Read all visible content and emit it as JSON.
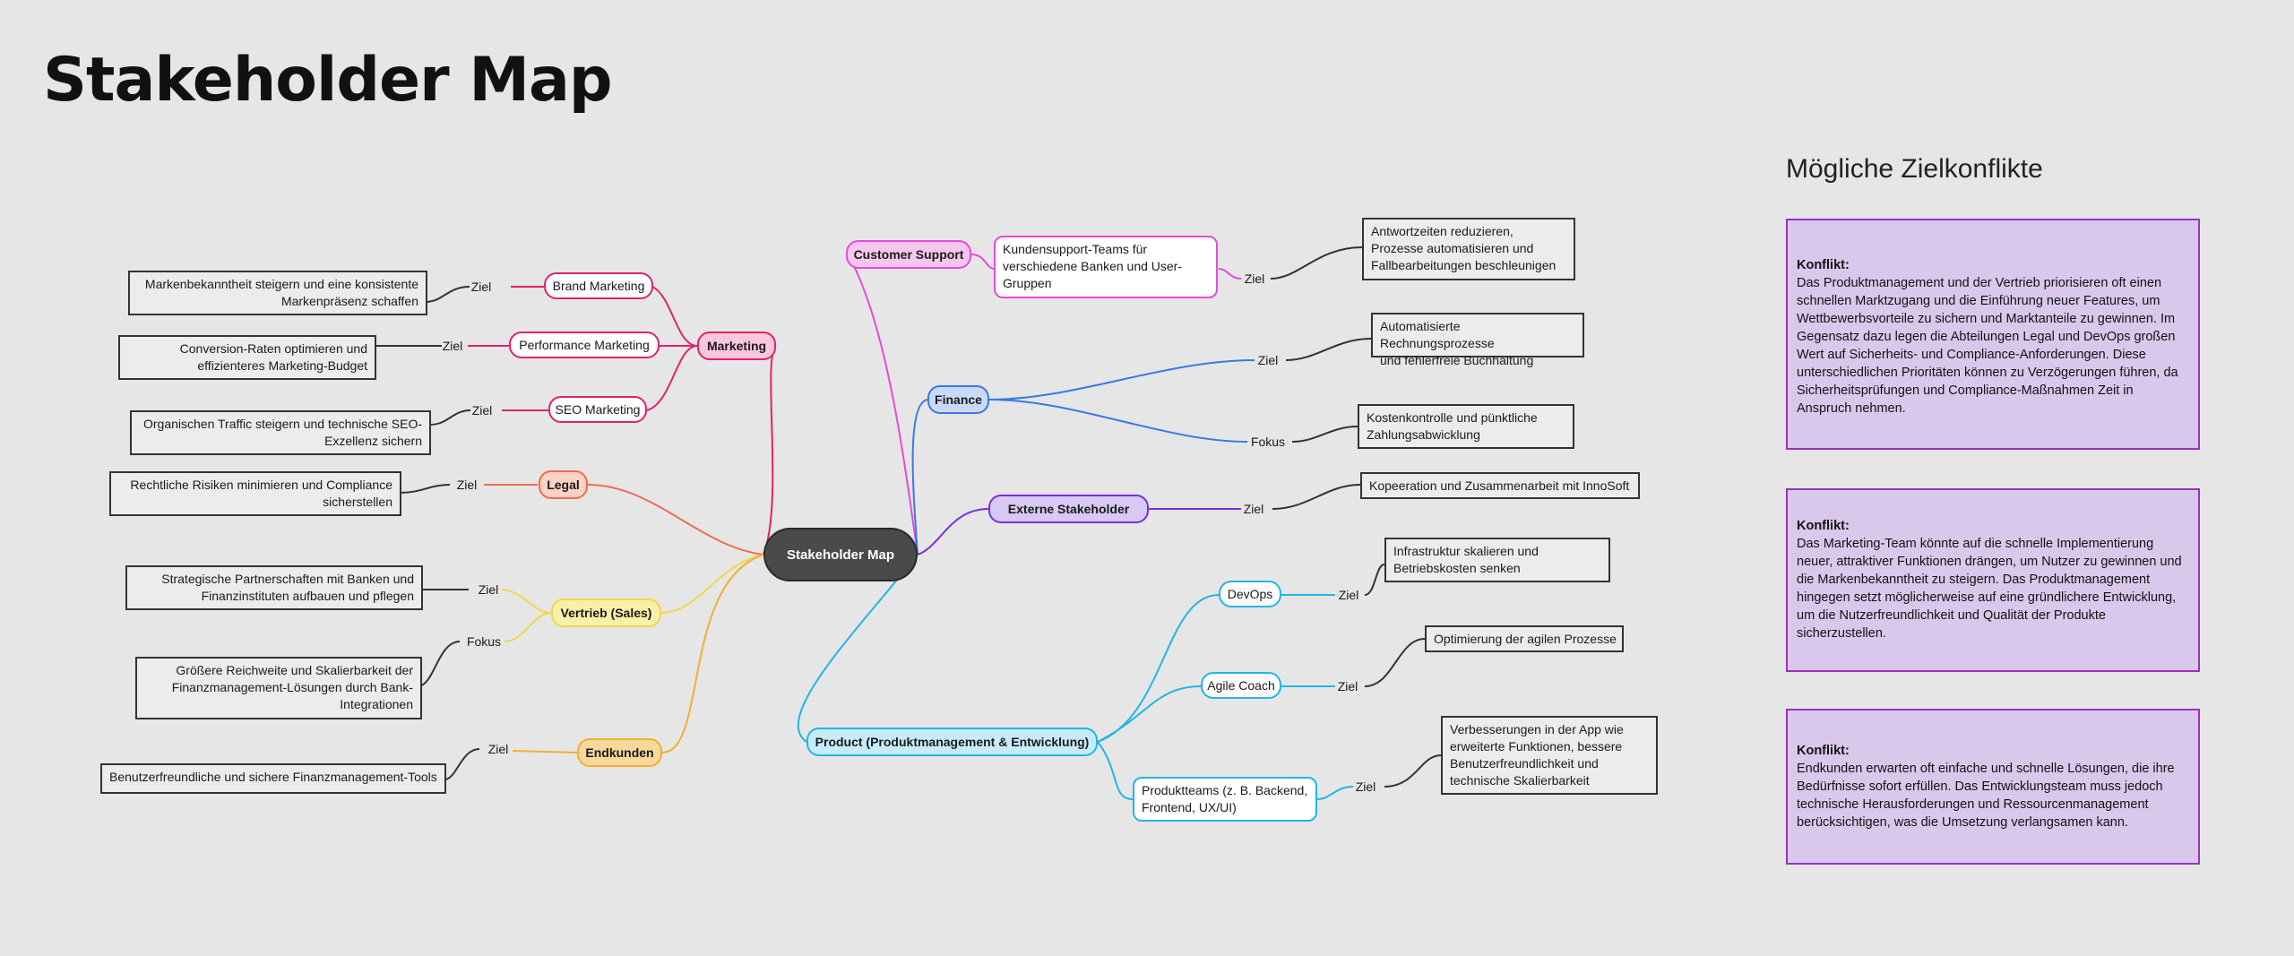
{
  "title": "Stakeholder Map",
  "center": "Stakeholder Map",
  "edge_labels": {
    "ziel": "Ziel",
    "fokus": "Fokus"
  },
  "marketing": {
    "label": "Marketing",
    "brand": {
      "label": "Brand Marketing",
      "ziel": "Markenbekanntheit steigern und eine konsistente\nMarkenpräsenz schaffen"
    },
    "performance": {
      "label": "Performance Marketing",
      "ziel": "Conversion-Raten optimieren und\neffizienteres Marketing-Budget"
    },
    "seo": {
      "label": "SEO Marketing",
      "ziel": "Organischen Traffic steigern und technische SEO-\nExzellenz sichern"
    }
  },
  "legal": {
    "label": "Legal",
    "ziel": "Rechtliche Risiken minimieren und Compliance\nsicherstellen"
  },
  "vertrieb": {
    "label": "Vertrieb (Sales)",
    "ziel": "Strategische Partnerschaften mit Banken und\nFinanzinstituten aufbauen und pflegen",
    "fokus": "Größere Reichweite und Skalierbarkeit der\nFinanzmanagement-Lösungen durch Bank-\nIntegrationen"
  },
  "endkunden": {
    "label": "Endkunden",
    "ziel": "Benutzerfreundliche und sichere Finanzmanagement-Tools"
  },
  "customer_support": {
    "label": "Customer Support",
    "sub": "Kundensupport-Teams für\nverschiedene Banken und User-\nGruppen",
    "ziel": "Antwortzeiten reduzieren,\nProzesse automatisieren und\nFallbearbeitungen beschleunigen"
  },
  "finance": {
    "label": "Finance",
    "ziel": "Automatisierte Rechnungsprozesse\nund fehlerfreie Buchhaltung",
    "fokus": "Kostenkontrolle und pünktliche\nZahlungsabwicklung"
  },
  "externe": {
    "label": "Externe Stakeholder",
    "ziel": "Kopeeration und Zusammenarbeit mit InnoSoft"
  },
  "product": {
    "label": "Product (Produktmanagement & Entwicklung)",
    "devops": {
      "label": "DevOps",
      "ziel": "Infrastruktur skalieren und\nBetriebskosten senken"
    },
    "agile": {
      "label": "Agile Coach",
      "ziel": "Optimierung der agilen Prozesse"
    },
    "teams": {
      "label": "Produktteams (z. B. Backend,\nFrontend, UX/UI)",
      "ziel": "Verbesserungen in der App wie\nerweiterte Funktionen, bessere\nBenutzerfreundlichkeit und\ntechnische Skalierbarkeit"
    }
  },
  "konflikte": {
    "heading": "Mögliche Zielkonflikte",
    "items": [
      {
        "title": "Konflikt:",
        "text": "Das Produktmanagement und der Vertrieb priorisieren oft einen schnellen Marktzugang und die Einführung neuer Features, um Wettbewerbsvorteile zu sichern und Marktanteile zu gewinnen. Im Gegensatz dazu legen die Abteilungen Legal und DevOps großen Wert auf Sicherheits- und Compliance-Anforderungen. Diese unterschiedlichen Prioritäten können zu Verzögerungen führen, da Sicherheitsprüfungen und Compliance-Maßnahmen Zeit in Anspruch nehmen."
      },
      {
        "title": "Konflikt:",
        "text": "Das Marketing-Team könnte auf die schnelle Implementierung neuer, attraktiver Funktionen drängen, um Nutzer zu gewinnen und die Markenbekanntheit zu steigern. Das Produktmanagement hingegen setzt möglicherweise auf eine gründlichere Entwicklung, um die Nutzerfreundlichkeit und Qualität der Produkte sicherzustellen."
      },
      {
        "title": "Konflikt:",
        "text": "Endkunden erwarten oft einfache und schnelle Lösungen, die ihre Bedürfnisse sofort erfüllen. Das Entwicklungsteam muss jedoch technische Herausforderungen und Ressourcenmanagement berücksichtigen, was die Umsetzung verlangsamen kann."
      }
    ]
  },
  "colors": {
    "marketing": "#e0226e",
    "legal": "#f26b4f",
    "vertrieb": "#f0d84a",
    "endkunden": "#f2b030",
    "customer_support": "#e84ad8",
    "finance": "#3a78e8",
    "externe": "#7a2fe0",
    "product": "#22b5e8",
    "konflikt_border": "#9b30c2",
    "konflikt_fill": "#d9c8ec"
  }
}
